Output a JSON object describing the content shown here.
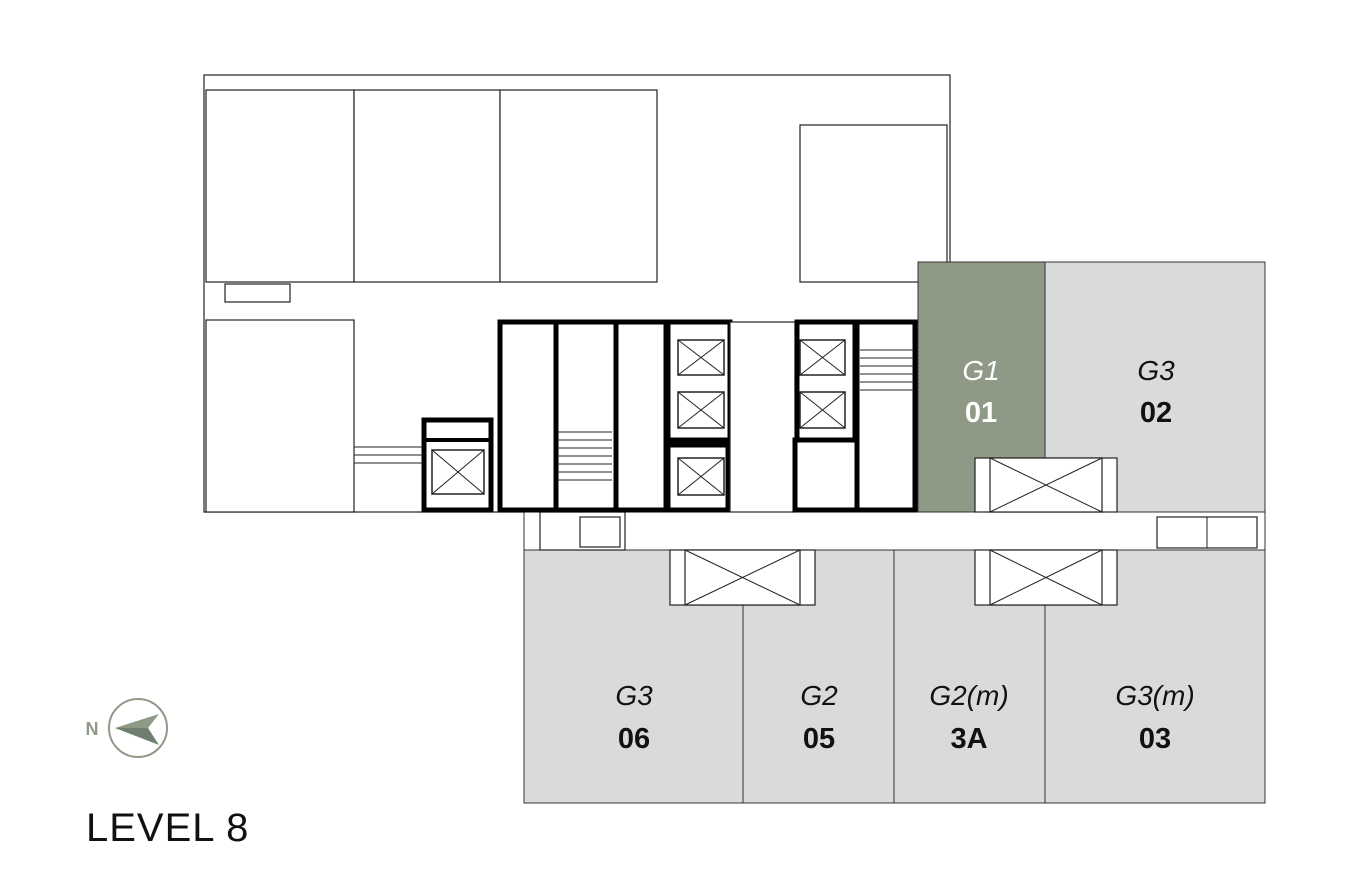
{
  "title": "LEVEL 8",
  "compass": {
    "label": "N",
    "icon": "north-arrow-icon"
  },
  "colors": {
    "available": "#8f9a86",
    "unavailable": "#d9dadc",
    "compass": "#6f7f6f"
  },
  "units": [
    {
      "id": "01",
      "type": "G1",
      "status": "available"
    },
    {
      "id": "02",
      "type": "G3",
      "status": "unavailable"
    },
    {
      "id": "06",
      "type": "G3",
      "status": "unavailable"
    },
    {
      "id": "05",
      "type": "G2",
      "status": "unavailable"
    },
    {
      "id": "3A",
      "type": "G2(m)",
      "status": "unavailable"
    },
    {
      "id": "03",
      "type": "G3(m)",
      "status": "unavailable"
    }
  ]
}
